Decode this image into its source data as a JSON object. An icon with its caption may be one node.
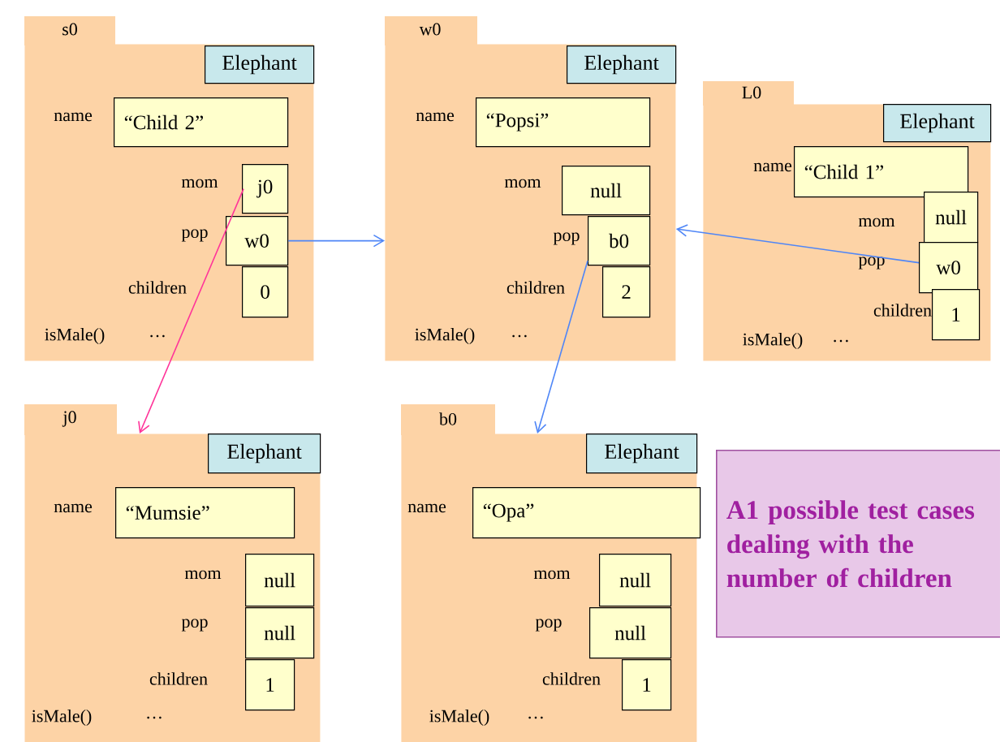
{
  "diagram": {
    "nodes": [
      {
        "text": [
          "s0",
          "name",
          "mom",
          "pop",
          "children",
          "isMale()",
          "…"
        ]
      },
      {
        "text": [
          "Elephant"
        ],
        "in": 0
      },
      {
        "text": [
          "“Child 2”"
        ],
        "in": 0
      },
      {
        "text": [
          "j0"
        ],
        "in": 0
      },
      {
        "text": [
          "w0"
        ],
        "in": 0
      },
      {
        "text": [
          "0"
        ],
        "in": 0
      },
      {
        "text": [
          "w0",
          "name",
          "mom",
          "pop",
          "children",
          "isMale()",
          "…"
        ]
      },
      {
        "text": [
          "Elephant"
        ],
        "in": 6
      },
      {
        "text": [
          "“Popsi”"
        ],
        "in": 6
      },
      {
        "text": [
          "null"
        ],
        "in": 6
      },
      {
        "text": [
          "b0"
        ],
        "in": 6
      },
      {
        "text": [
          "2"
        ],
        "in": 6
      },
      {
        "text": [
          "L0",
          "name",
          "mom",
          "pop",
          "children",
          "isMale()",
          "…"
        ]
      },
      {
        "text": [
          "Elephant"
        ],
        "in": 12
      },
      {
        "text": [
          "“Child 1”"
        ],
        "in": 12
      },
      {
        "text": [
          "null"
        ],
        "in": 12
      },
      {
        "text": [
          "w0"
        ],
        "in": 12
      },
      {
        "text": [
          "1"
        ],
        "in": 12
      },
      {
        "text": [
          "j0",
          "name",
          "mom",
          "pop",
          "children",
          "isMale()",
          "…"
        ]
      },
      {
        "text": [
          "Elephant"
        ],
        "in": 18
      },
      {
        "text": [
          "“Mumsie”"
        ],
        "in": 18
      },
      {
        "text": [
          "null"
        ],
        "in": 18
      },
      {
        "text": [
          "null"
        ],
        "in": 18
      },
      {
        "text": [
          "1"
        ],
        "in": 18
      },
      {
        "text": [
          "b0",
          "name",
          "mom",
          "pop",
          "children",
          "isMale()",
          "…"
        ]
      },
      {
        "text": [
          "Elephant"
        ],
        "in": 24
      },
      {
        "text": [
          "“Opa”"
        ],
        "in": 24
      },
      {
        "text": [
          "null"
        ],
        "in": 24
      },
      {
        "text": [
          "null"
        ],
        "in": 24
      },
      {
        "text": [
          "1"
        ],
        "in": 24
      },
      {
        "text": [
          "A1 possible test cases dealing with the number of children"
        ]
      }
    ],
    "edges": [
      {
        "from": 3,
        "to": 18,
        "arrow": "to",
        "color": "#ff3399"
      },
      {
        "from": 4,
        "to": 6,
        "arrow": "to"
      },
      {
        "from": 10,
        "to": 24,
        "arrow": "to"
      },
      {
        "from": 16,
        "to": 6,
        "arrow": "to"
      }
    ]
  }
}
